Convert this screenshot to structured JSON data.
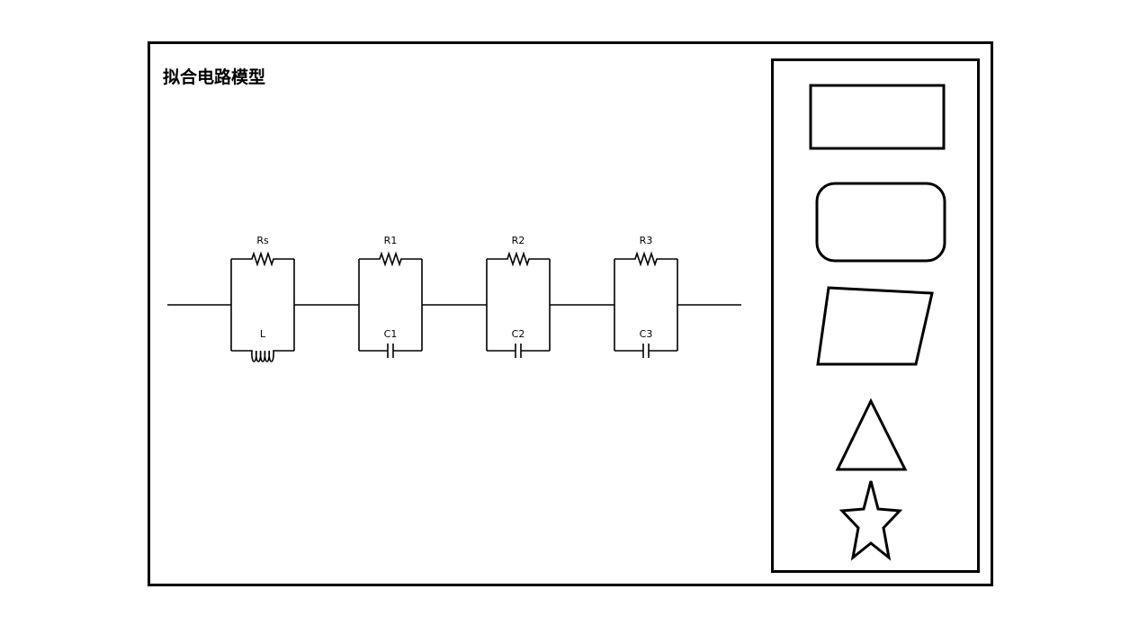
{
  "diagram": {
    "title": "拟合电路模型",
    "circuit": {
      "stages": [
        {
          "top_label": "Rs",
          "top_component": "resistor",
          "bottom_label": "L",
          "bottom_component": "inductor"
        },
        {
          "top_label": "R1",
          "top_component": "resistor",
          "bottom_label": "C1",
          "bottom_component": "capacitor"
        },
        {
          "top_label": "R2",
          "top_component": "resistor",
          "bottom_label": "C2",
          "bottom_component": "capacitor"
        },
        {
          "top_label": "R3",
          "top_component": "resistor",
          "bottom_label": "C3",
          "bottom_component": "capacitor"
        }
      ]
    }
  },
  "palette": {
    "shapes": [
      {
        "name": "rectangle"
      },
      {
        "name": "rounded-rectangle"
      },
      {
        "name": "parallelogram"
      },
      {
        "name": "triangle"
      },
      {
        "name": "star"
      }
    ]
  }
}
